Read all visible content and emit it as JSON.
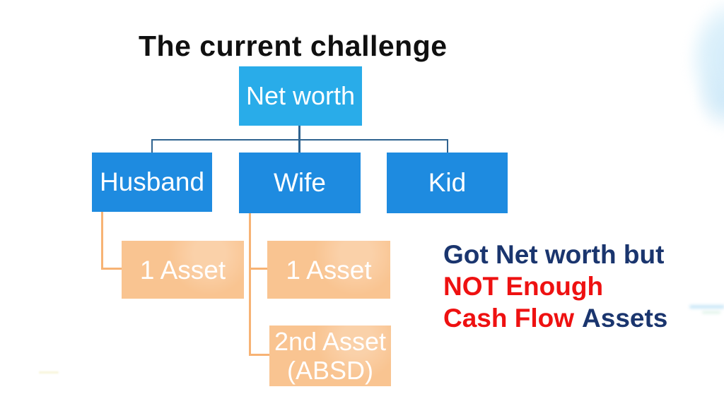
{
  "slide": {
    "title": "The current challenge"
  },
  "diagram": {
    "net_worth": "Net worth",
    "husband": "Husband",
    "wife": "Wife",
    "kid": "Kid",
    "husband_asset": "1 Asset",
    "wife_asset1": "1 Asset",
    "wife_asset2_line1": "2nd Asset",
    "wife_asset2_line2": "(ABSD)"
  },
  "annotation": {
    "line1": "Got Net worth but",
    "line2": "NOT Enough",
    "line3_red": "Cash Flow",
    "line3_dark": "Assets"
  },
  "colors": {
    "root_box": "#29ace9",
    "person_box": "#1e8be0",
    "asset_box": "#f9c491",
    "blue_connector": "#2f6390",
    "orange_connector": "#f7b374",
    "title_text": "#101010",
    "annotation_dark": "#1a356e",
    "annotation_red": "#ee1111",
    "background_cloud": "#d7edfa"
  }
}
